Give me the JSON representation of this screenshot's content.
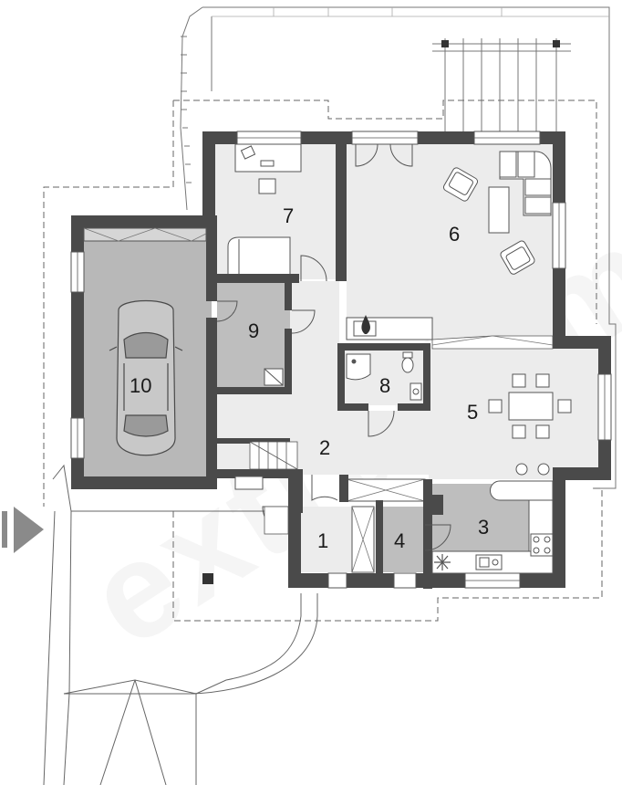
{
  "plan": {
    "watermark": "extradom",
    "colors": {
      "wall": "#4a4a4a",
      "light_floor": "#ececec",
      "dark_floor": "#bebebe",
      "garage_floor": "#b8b8b8",
      "line": "#555555",
      "background": "#ffffff"
    },
    "rooms": [
      {
        "id": "1",
        "label": "1"
      },
      {
        "id": "2",
        "label": "2"
      },
      {
        "id": "3",
        "label": "3"
      },
      {
        "id": "4",
        "label": "4"
      },
      {
        "id": "5",
        "label": "5"
      },
      {
        "id": "6",
        "label": "6"
      },
      {
        "id": "7",
        "label": "7"
      },
      {
        "id": "8",
        "label": "8"
      },
      {
        "id": "9",
        "label": "9"
      },
      {
        "id": "10",
        "label": "10"
      }
    ],
    "icons": [
      "entrance-arrow-icon",
      "car-icon",
      "fireplace-icon",
      "hob-icon",
      "sink-icon",
      "shower-icon",
      "toilet-icon",
      "armchair-icon",
      "sofa-icon",
      "dining-table-icon",
      "desk-icon",
      "bed-icon"
    ]
  }
}
